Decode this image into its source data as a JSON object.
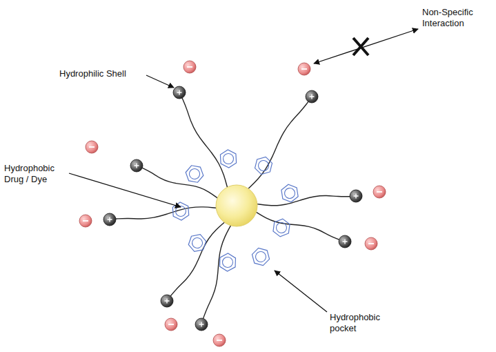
{
  "diagram": {
    "labels": [
      "Hydrophilic Shell",
      "Hydrophobic Drug / Dye",
      "Hydrophobic pocket",
      "Non-Specific Interaction"
    ]
  }
}
